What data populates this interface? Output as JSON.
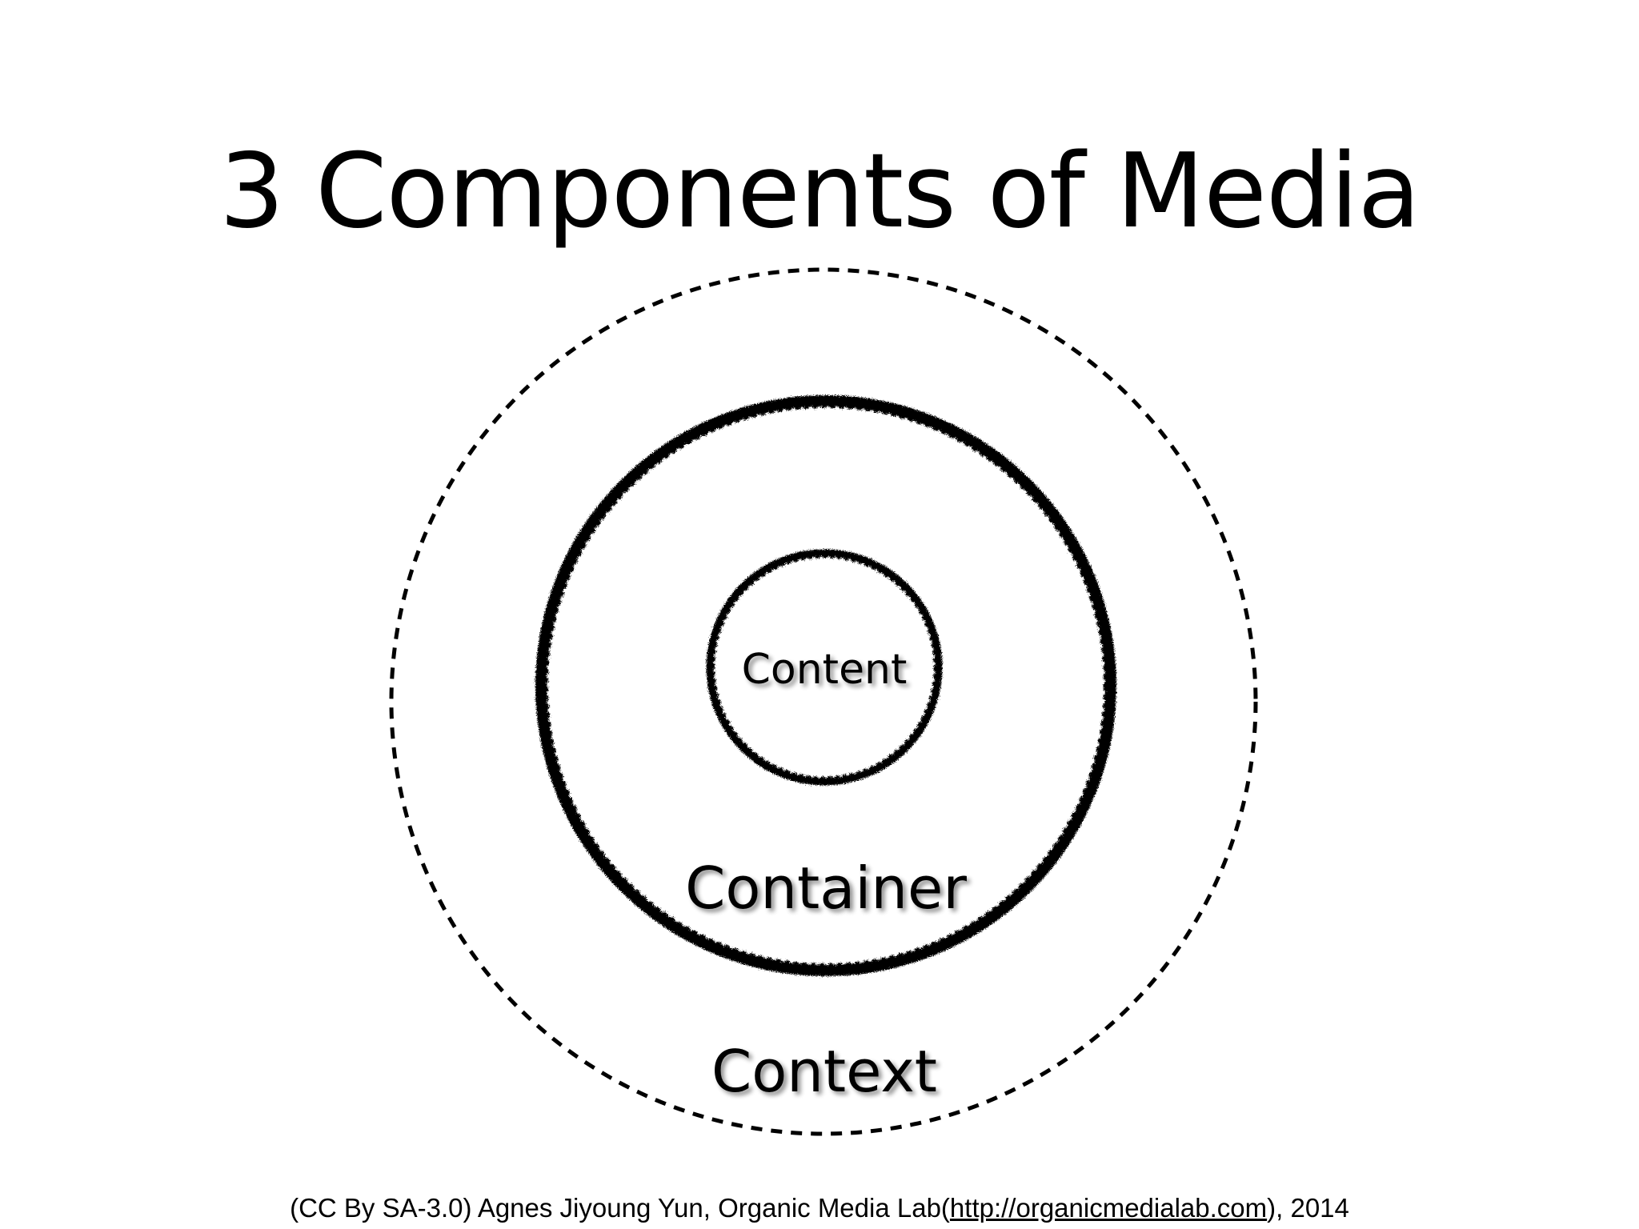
{
  "slide": {
    "title": "3  Components of Media"
  },
  "diagram": {
    "inner_label": "Content",
    "middle_label": "Container",
    "outer_label": "Context"
  },
  "footer": {
    "prefix": "(CC By SA-3.0) Agnes Jiyoung Yun, Organic Media Lab(",
    "link_text": "http://organicmedialab.com",
    "suffix": "), 2014"
  }
}
